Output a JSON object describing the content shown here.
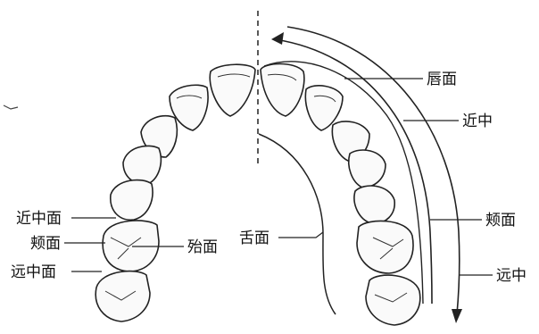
{
  "labels": {
    "labial": "唇面",
    "mesial_right": "近中",
    "buccal_right": "颊面",
    "distal_right": "远中",
    "lingual": "舌面",
    "occlusal": "殆面",
    "mesial_surface": "近中面",
    "buccal_surface": "颊面",
    "distal_surface": "远中面"
  }
}
